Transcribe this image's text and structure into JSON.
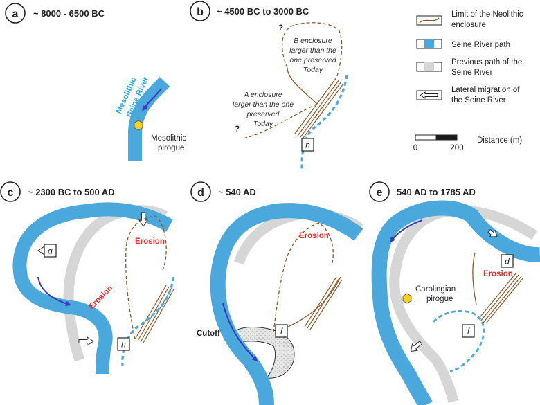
{
  "panels": {
    "a": {
      "letter": "a",
      "title": "~ 8000 - 6500 BC",
      "river_label_1": "Mesolithic",
      "river_label_2": "Seine River",
      "pirogue_1": "Mesolithic",
      "pirogue_2": "pirogue"
    },
    "b": {
      "letter": "b",
      "title": "~ 4500 BC to 3000 BC",
      "q1": "?",
      "q2": "?",
      "b_text": [
        "B enclosure",
        "larger than the",
        "one preserved",
        "Today"
      ],
      "a_text": [
        "A enclosure",
        "larger than the one",
        "preserved",
        "Today"
      ],
      "site": "h"
    },
    "c": {
      "letter": "c",
      "title": "~ 2300 BC to 500 AD",
      "erosion_1": "Erosion",
      "erosion_2": "Erosion",
      "site_g": "g",
      "site_h": "h"
    },
    "d": {
      "letter": "d",
      "title": "~ 540 AD",
      "erosion": "Erosion",
      "cutoff": "Cutoff",
      "site_f": "f"
    },
    "e": {
      "letter": "e",
      "title": "540 AD to 1785 AD",
      "erosion": "Erosion",
      "pirogue_1": "Carolingian",
      "pirogue_2": "pirogue",
      "site_d": "d",
      "site_f": "f"
    }
  },
  "legend": {
    "enclosure_1": "Limit of the Neolithic",
    "enclosure_2": "enclosure",
    "river": "Seine River path",
    "previous_1": "Previous path of the",
    "previous_2": "Seine River",
    "migration_1": "Lateral migration of",
    "migration_2": "the Seine River",
    "scale_0": "0",
    "scale_200": "200",
    "distance": "Distance (m)"
  },
  "colors": {
    "river": "#4aa8dc",
    "previous_path": "#d6d6d6",
    "enclosure": "#8b5a2b",
    "erosion": "#e03030",
    "flow_arrow": "#3a3ab8",
    "pirogue": "#f2d21a"
  }
}
